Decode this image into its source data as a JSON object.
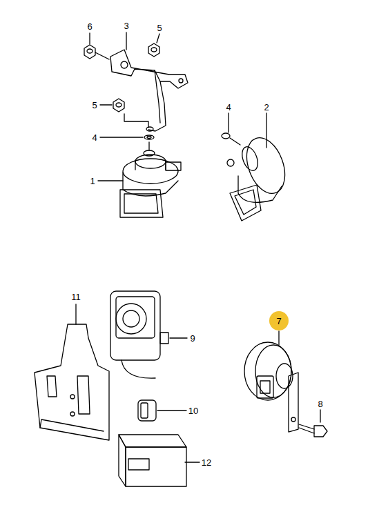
{
  "diagram": {
    "nodes": [
      {
        "text": [
          "7"
        ]
      }
    ],
    "labels": [
      "6",
      "3",
      "5",
      "5",
      "4",
      "1",
      "4",
      "2",
      "11",
      "9",
      "8",
      "10",
      "12"
    ]
  }
}
